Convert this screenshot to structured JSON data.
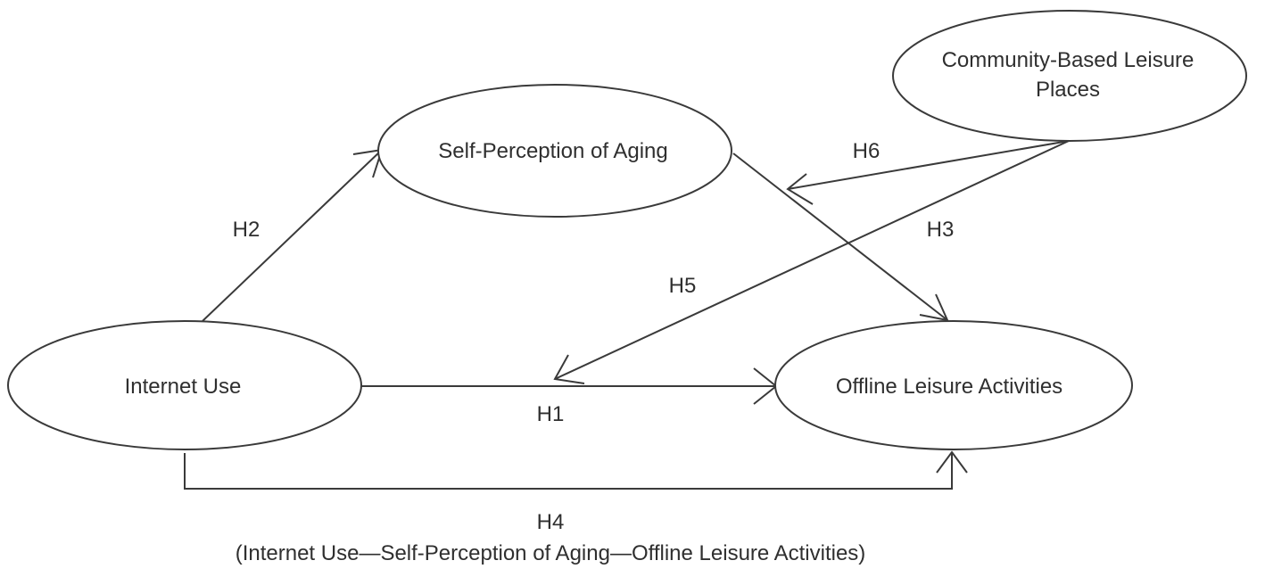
{
  "nodes": {
    "internet_use": "Internet Use",
    "self_perception": "Self-Perception of Aging",
    "offline_leisure": "Offline Leisure Activities",
    "community_line1": "Community-Based Leisure",
    "community_line2": "Places"
  },
  "edges": {
    "h1": "H1",
    "h2": "H2",
    "h3": "H3",
    "h4": "H4",
    "h5": "H5",
    "h6": "H6"
  },
  "footer": {
    "h4_path": "(Internet Use—Self-Perception of Aging—Offline Leisure Activities)"
  }
}
